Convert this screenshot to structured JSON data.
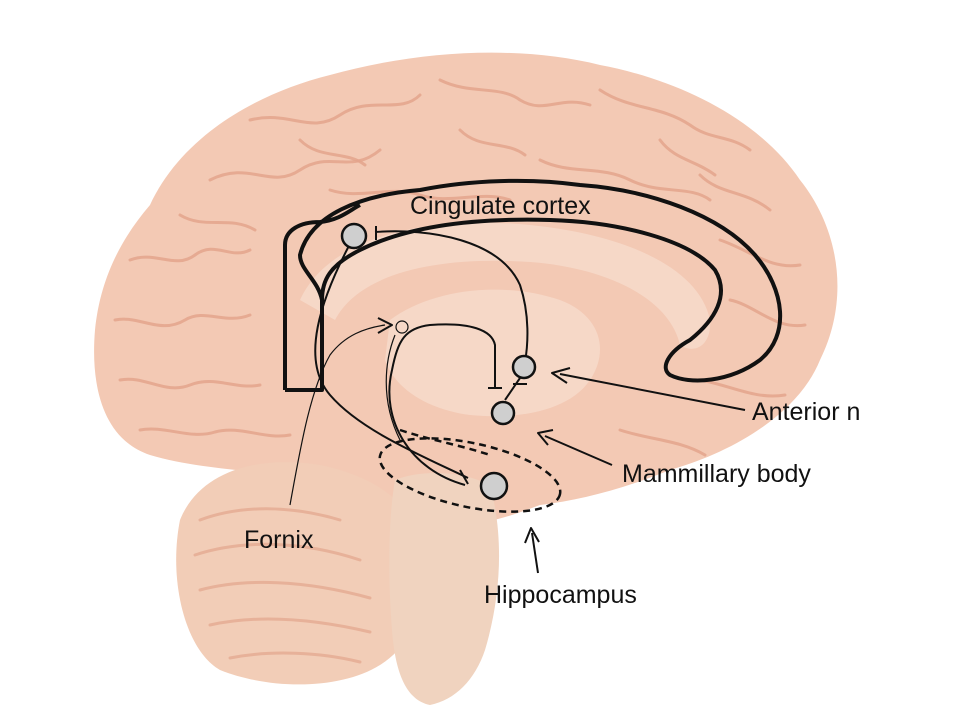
{
  "labels": {
    "cingulate": "Cingulate cortex",
    "anterior": "Anterior n",
    "mammillary": "Mammillary body",
    "fornix": "Fornix",
    "hippocampus": "Hippocampus"
  },
  "colors": {
    "background": "#ffffff",
    "brain_fill": "#f3c9b4",
    "brain_light": "#f7dccd",
    "brain_shadow": "#e3a58c",
    "brain_stem": "#f0d3bf",
    "cerebellum": "#f2cdb7",
    "outline": "#111111",
    "node_fill": "#cfcfcf",
    "label": "#111111"
  }
}
